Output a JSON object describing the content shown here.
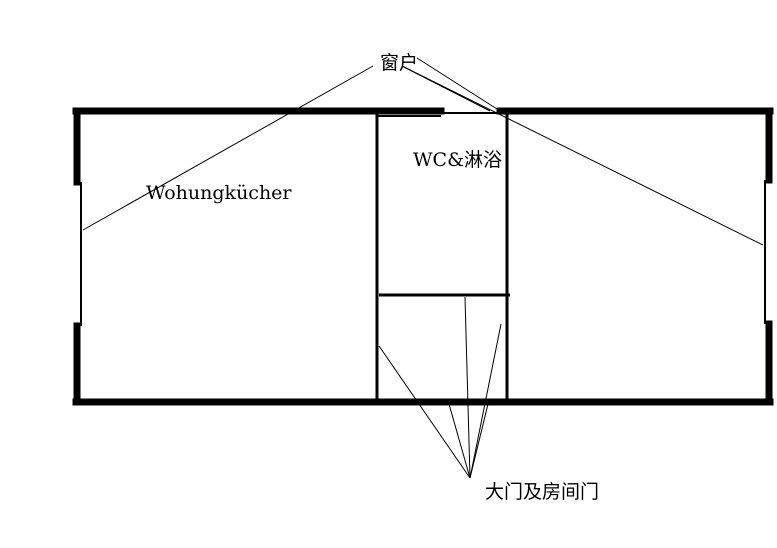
{
  "labels": {
    "window": "窗户",
    "living_kitchen": "Wohungkücher",
    "wc_shower": "WC&淋浴",
    "doors": "大门及房间门"
  },
  "colors": {
    "background": "#ffffff",
    "wall": "#000000",
    "line": "#000000"
  }
}
